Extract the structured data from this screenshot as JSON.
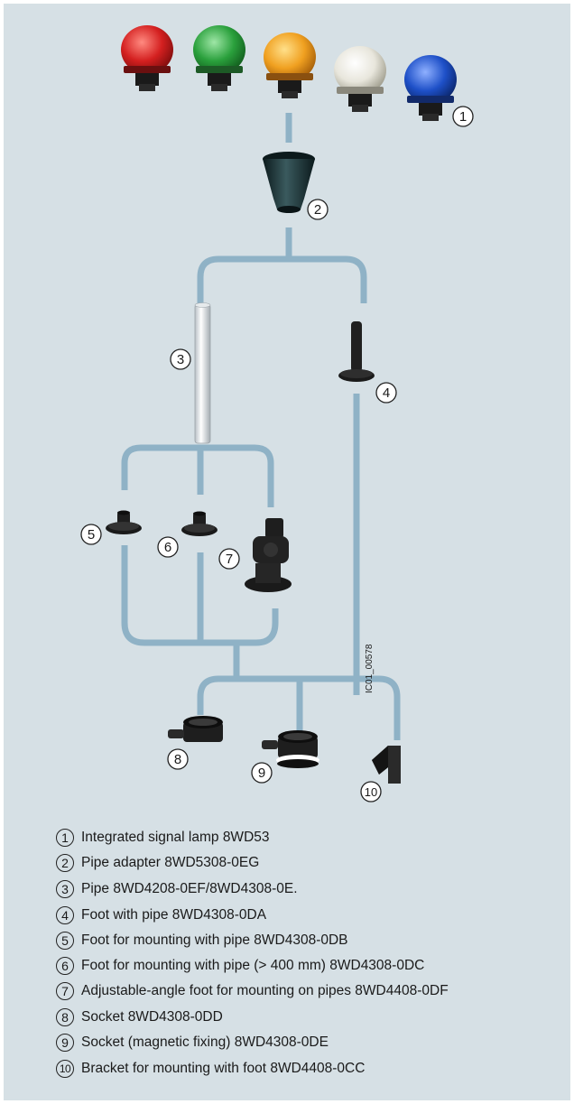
{
  "figure": {
    "code": "IC01_00578",
    "callouts": {
      "c1": "1",
      "c2": "2",
      "c3": "3",
      "c4": "4",
      "c5": "5",
      "c6": "6",
      "c7": "7",
      "c8": "8",
      "c9": "9",
      "c10": "10"
    },
    "lamp_colors": [
      "#d42020",
      "#2aa03c",
      "#f0a020",
      "#e8e6dc",
      "#1e50c8"
    ],
    "pipe_color": "#8fb2c6"
  },
  "legend": [
    {
      "num": "1",
      "text": "Integrated signal lamp 8WD53"
    },
    {
      "num": "2",
      "text": "Pipe adapter 8WD5308-0EG"
    },
    {
      "num": "3",
      "text": "Pipe 8WD4208-0EF/8WD4308-0E."
    },
    {
      "num": "4",
      "text": "Foot with pipe 8WD4308-0DA"
    },
    {
      "num": "5",
      "text": "Foot for mounting with pipe 8WD4308-0DB"
    },
    {
      "num": "6",
      "text": "Foot for mounting with pipe (> 400 mm) 8WD4308-0DC"
    },
    {
      "num": "7",
      "text": "Adjustable-angle foot for mounting on pipes 8WD4408-0DF"
    },
    {
      "num": "8",
      "text": "Socket 8WD4308-0DD"
    },
    {
      "num": "9",
      "text": "Socket (magnetic fixing) 8WD4308-0DE"
    },
    {
      "num": "10",
      "text": "Bracket for mounting with foot 8WD4408-0CC"
    }
  ]
}
